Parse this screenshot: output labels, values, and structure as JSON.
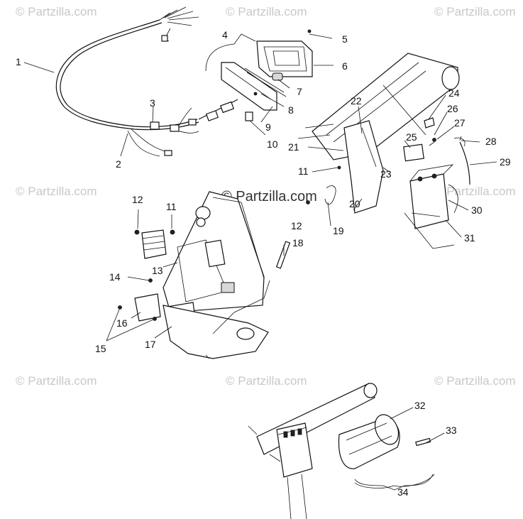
{
  "watermark": "© Partzilla.com",
  "watermark_center": "© Partzilla.com",
  "callouts": {
    "c1": "1",
    "c2": "2",
    "c3": "3",
    "c4": "4",
    "c5": "5",
    "c6": "6",
    "c7": "7",
    "c8": "8",
    "c9": "9",
    "c10": "10",
    "c11a": "11",
    "c11b": "11",
    "c12a": "12",
    "c12b": "12",
    "c13": "13",
    "c14": "14",
    "c15": "15",
    "c16": "16",
    "c17": "17",
    "c18": "18",
    "c19": "19",
    "c20": "20",
    "c21": "21",
    "c22": "22",
    "c23": "23",
    "c24": "24",
    "c25": "25",
    "c26": "26",
    "c27": "27",
    "c28": "28",
    "c29": "29",
    "c30": "30",
    "c31": "31",
    "c32": "32",
    "c33": "33",
    "c34": "34"
  }
}
